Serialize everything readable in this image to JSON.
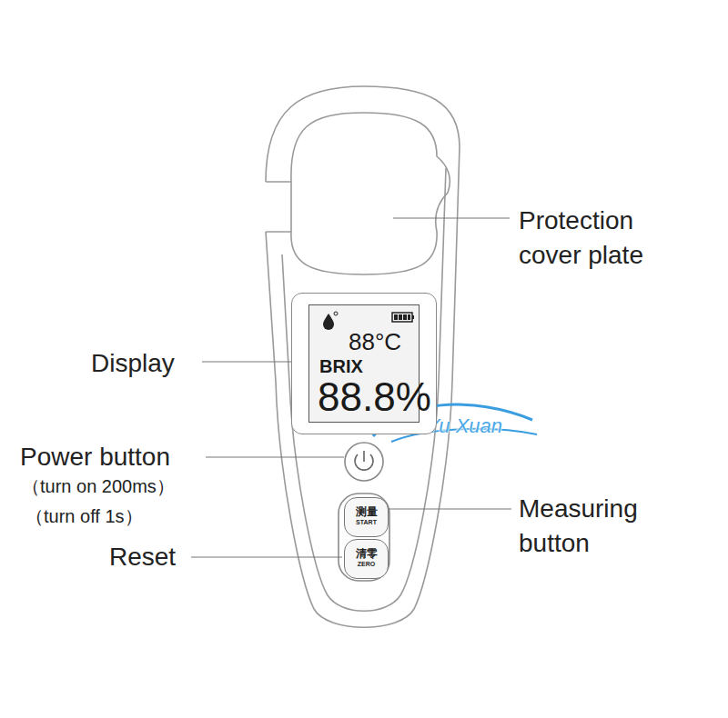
{
  "diagram": {
    "nodes": [
      {
        "text": [
          "88°C",
          "BRIX",
          "88.8%"
        ]
      },
      {
        "text": [
          "测量",
          "START"
        ]
      },
      {
        "text": [
          "清零",
          "ZERO"
        ]
      }
    ],
    "labels": [
      "Protection cover plate",
      "Display",
      "Power button",
      "（turn on 200ms）",
      "（turn off 1s）",
      "Reset",
      "Measuring button",
      "Lan Yu Xuan"
    ]
  }
}
